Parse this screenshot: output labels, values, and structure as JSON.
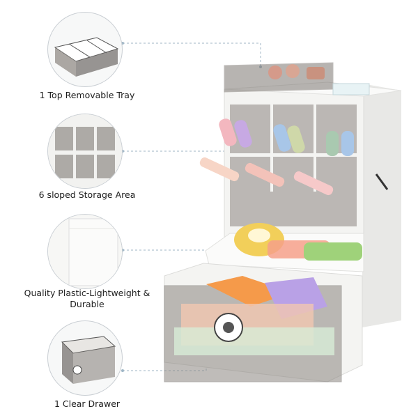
{
  "features": [
    {
      "label": "1 Top Removable Tray"
    },
    {
      "label": "6 sloped Storage Area"
    },
    {
      "label": "Quality Plastic-Lightweight & Durable"
    },
    {
      "label": "1 Clear Drawer"
    }
  ],
  "colors": {
    "connector": "#9fb6c6",
    "organizer_body": "#f4f4f2",
    "smoked_plastic": "#6e6a66",
    "tape": "#f2cf5a",
    "sticky_orange": "#f59a4a",
    "sticky_purple": "#b9a1e6",
    "highlighter_pink": "#f3b7bf",
    "highlighter_blue": "#a8c6e8",
    "highlighter_green": "#9fd27a"
  }
}
